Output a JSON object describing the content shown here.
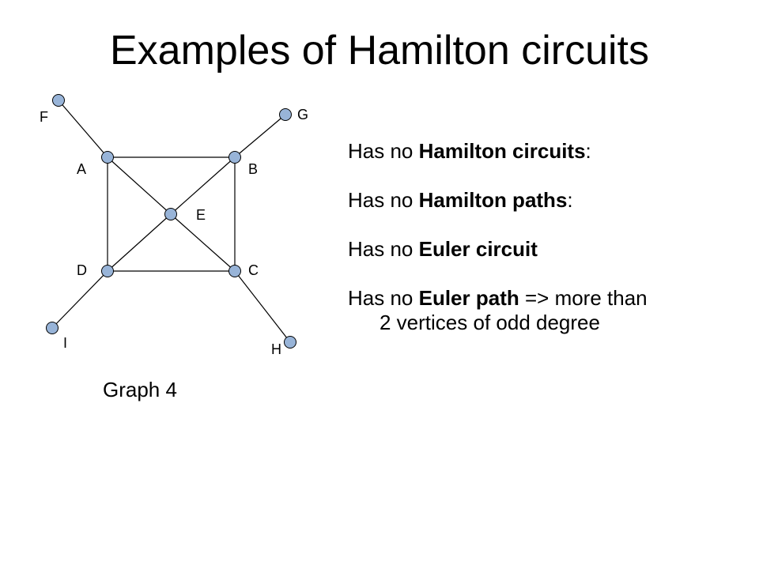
{
  "title": "Examples of Hamilton circuits",
  "diagram": {
    "caption": "Graph 4",
    "vertices": {
      "A": "A",
      "B": "B",
      "C": "C",
      "D": "D",
      "E": "E",
      "F": "F",
      "G": "G",
      "H": "H",
      "I": "I"
    },
    "edges": [
      [
        "A",
        "B"
      ],
      [
        "B",
        "C"
      ],
      [
        "C",
        "D"
      ],
      [
        "D",
        "A"
      ],
      [
        "A",
        "E"
      ],
      [
        "E",
        "C"
      ],
      [
        "B",
        "E"
      ],
      [
        "E",
        "D"
      ],
      [
        "F",
        "A"
      ],
      [
        "G",
        "B"
      ],
      [
        "C",
        "H"
      ],
      [
        "D",
        "I"
      ]
    ],
    "node_color": "#98b4d8"
  },
  "facts": [
    {
      "prefix": "Has no ",
      "bold": "Hamilton circuits",
      "suffix": ":"
    },
    {
      "prefix": "Has no ",
      "bold": "Hamilton paths",
      "suffix": ":"
    },
    {
      "prefix": "Has no ",
      "bold": "Euler circuit",
      "suffix": ""
    },
    {
      "prefix": "Has no ",
      "bold": "Euler path",
      "suffix": " => more than",
      "continuation": "2 vertices of odd degree"
    }
  ]
}
